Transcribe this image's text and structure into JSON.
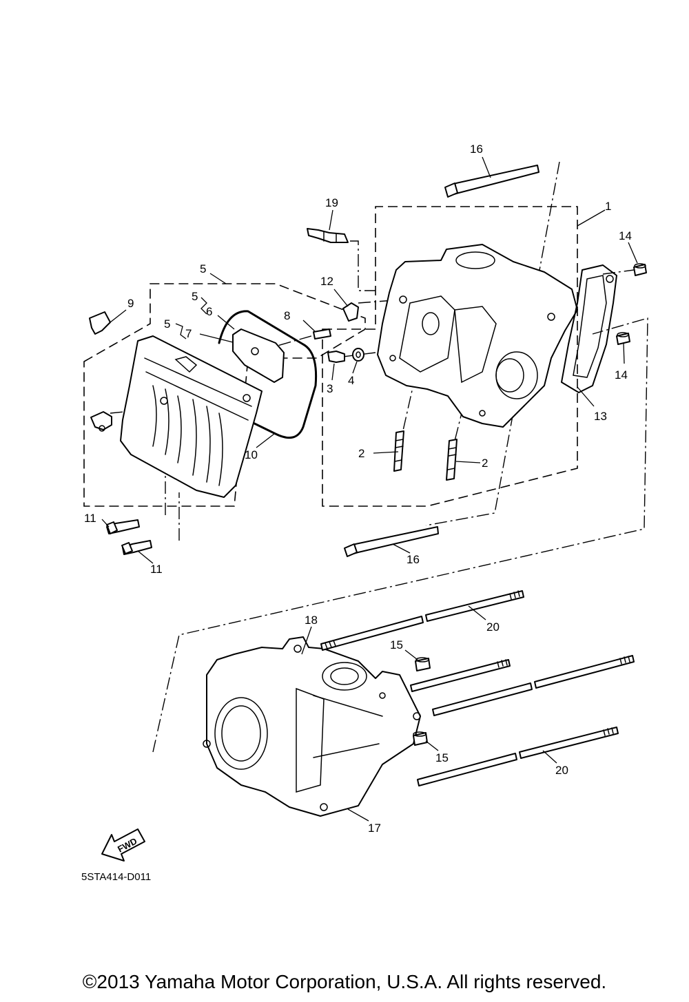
{
  "callouts": {
    "c1": "1",
    "c2a": "2",
    "c2b": "2",
    "c3": "3",
    "c4": "4",
    "c5a": "5",
    "c5b": "5",
    "c5c": "5",
    "c6": "6",
    "c7": "7",
    "c8": "8",
    "c9": "9",
    "c10": "10",
    "c11a": "11",
    "c11b": "11",
    "c12": "12",
    "c13": "13",
    "c14a": "14",
    "c14b": "14",
    "c15a": "15",
    "c15b": "15",
    "c16a": "16",
    "c16b": "16",
    "c17": "17",
    "c18": "18",
    "c19": "19",
    "c20a": "20",
    "c20b": "20"
  },
  "fwd_label": "FWD",
  "diagram_code": "5STA414-D011",
  "copyright": "©2013 Yamaha Motor Corporation, U.S.A. All rights reserved."
}
